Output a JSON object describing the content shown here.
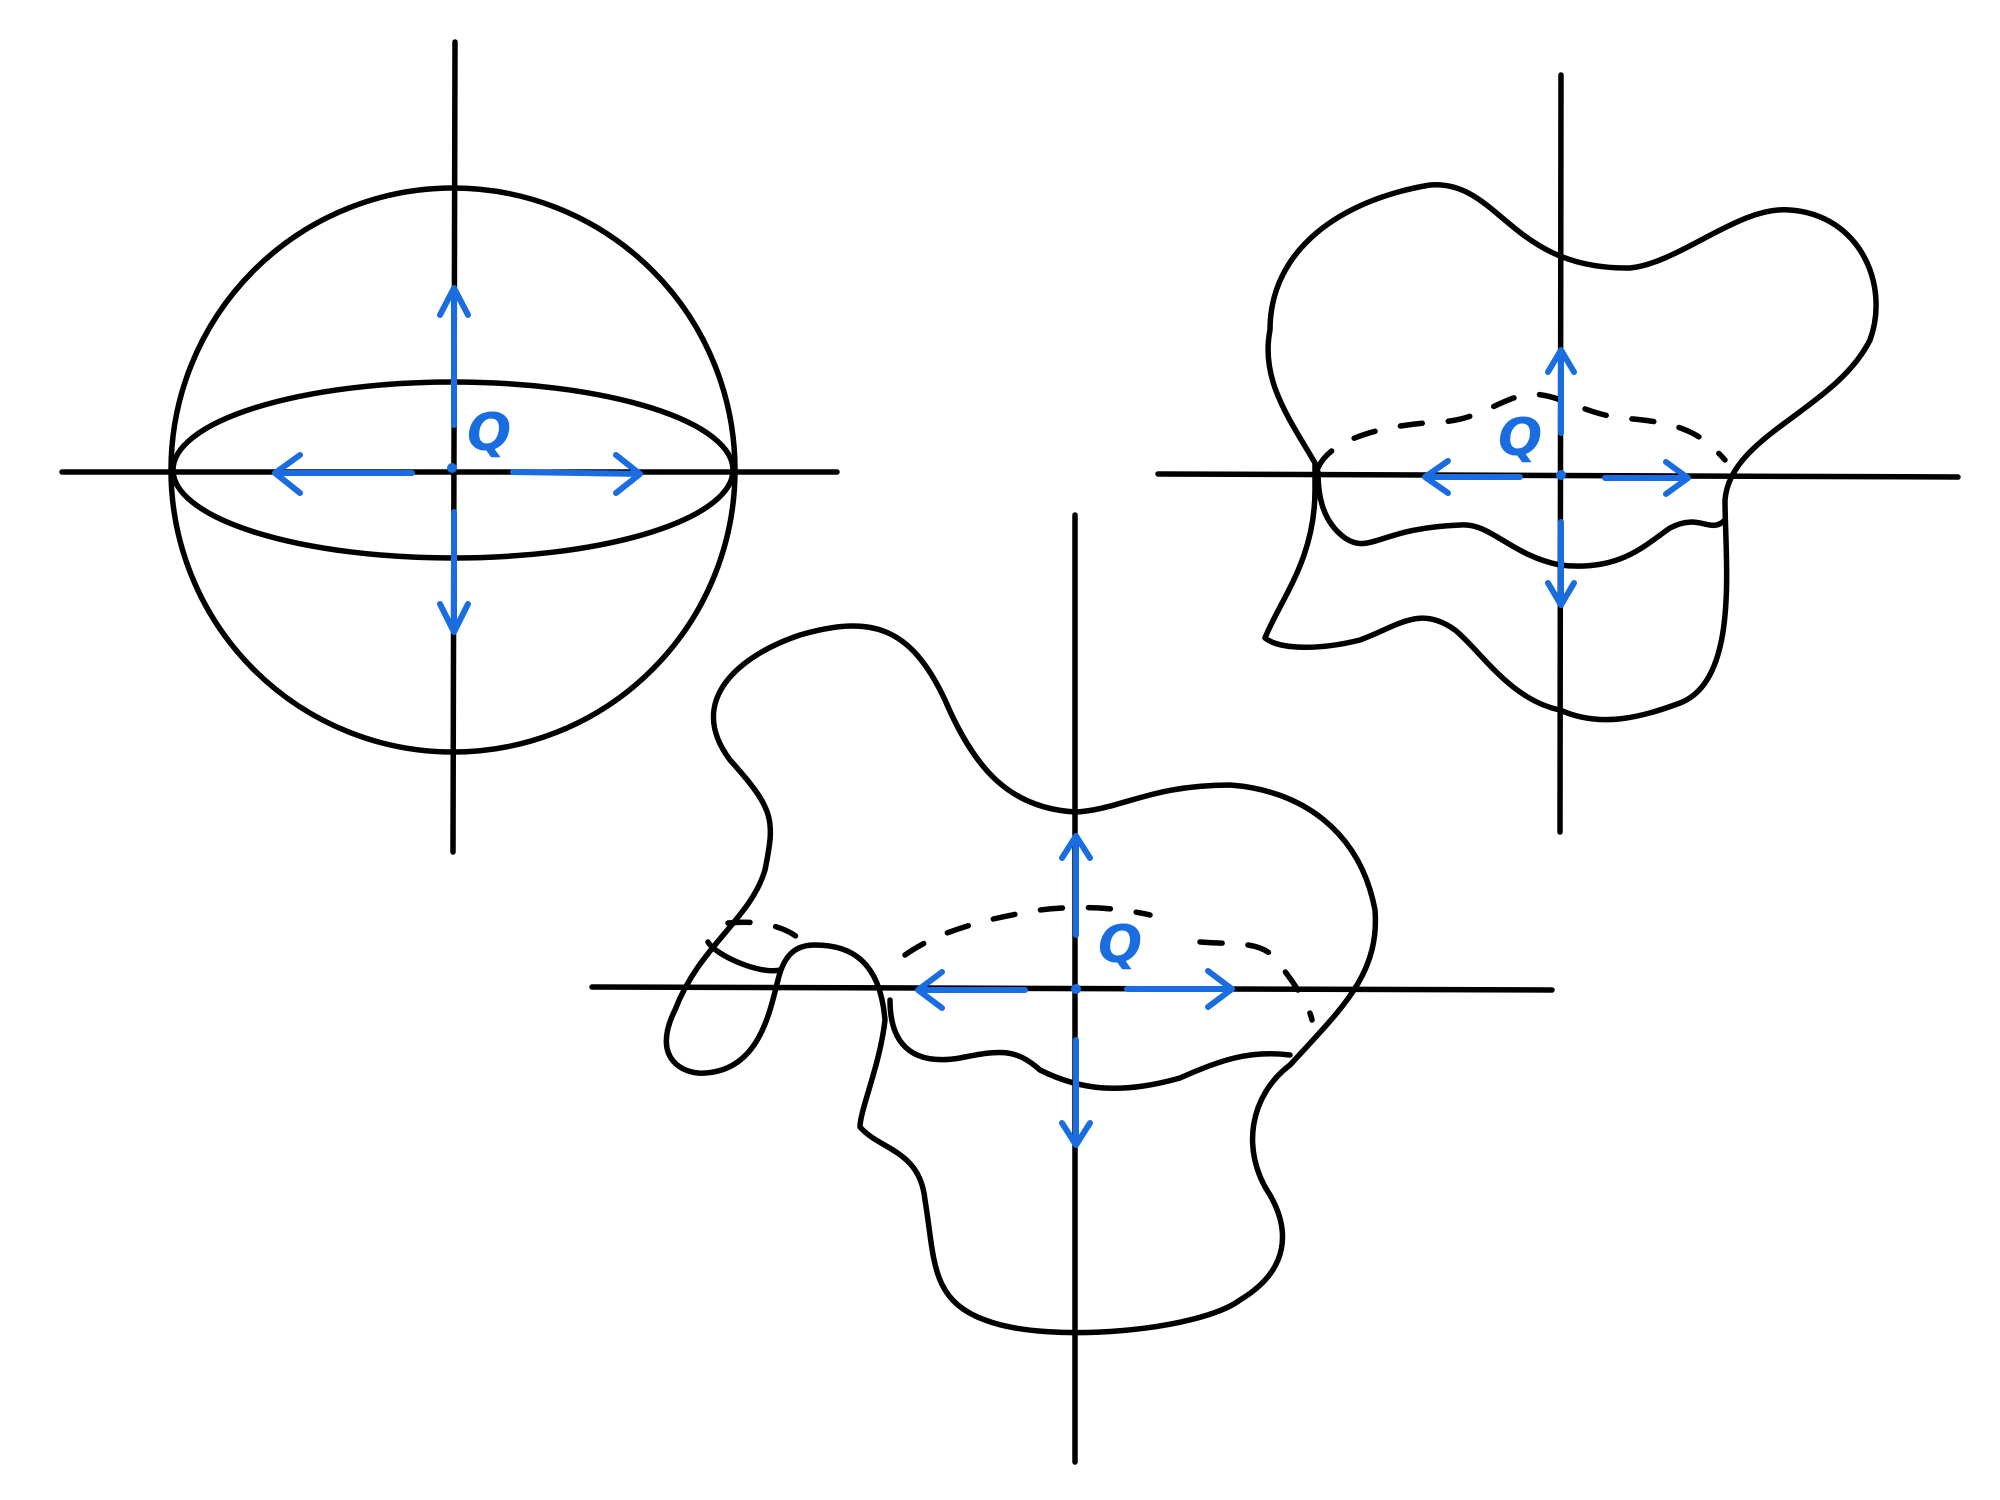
{
  "colors": {
    "ink": "#000000",
    "accent": "#1a6de0",
    "background": "#ffffff"
  },
  "figures": [
    {
      "name": "sphere",
      "label": "Q"
    },
    {
      "name": "irregular-blob-right",
      "label": "Q"
    },
    {
      "name": "irregular-blob-bottom",
      "label": "Q"
    }
  ]
}
